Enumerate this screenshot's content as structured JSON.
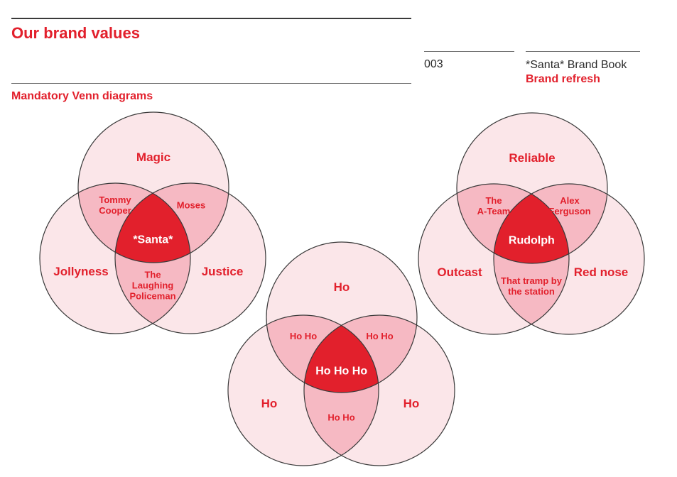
{
  "header": {
    "title": "Our brand values",
    "subtitle": "Mandatory Venn diagrams",
    "page_number": "003",
    "book_name": "*Santa* Brand Book",
    "book_subtitle": "Brand refresh"
  },
  "colors": {
    "accent": "#e2202c",
    "circle_fill": "#fbe6e9",
    "pair_fill": "#f6b9c3",
    "center_fill": "#e2202c",
    "stroke": "#3a3a3a",
    "text": "#2b2b2b"
  },
  "venns": [
    {
      "labels": {
        "top": "Magic",
        "left": "Jollyness",
        "right": "Justice",
        "top_left": [
          "Tommy",
          "Cooper"
        ],
        "top_right": [
          "Moses"
        ],
        "bottom": [
          "The",
          "Laughing",
          "Policeman"
        ],
        "center": "*Santa*"
      }
    },
    {
      "labels": {
        "top": "Ho",
        "left": "Ho",
        "right": "Ho",
        "top_left": [
          "Ho Ho"
        ],
        "top_right": [
          "Ho Ho"
        ],
        "bottom": [
          "Ho Ho"
        ],
        "center": "Ho Ho Ho"
      }
    },
    {
      "labels": {
        "top": "Reliable",
        "left": "Outcast",
        "right": "Red nose",
        "top_left": [
          "The",
          "A-Team"
        ],
        "top_right": [
          "Alex",
          "Ferguson"
        ],
        "bottom": [
          "That tramp by",
          "the station"
        ],
        "center": "Rudolph"
      }
    }
  ]
}
